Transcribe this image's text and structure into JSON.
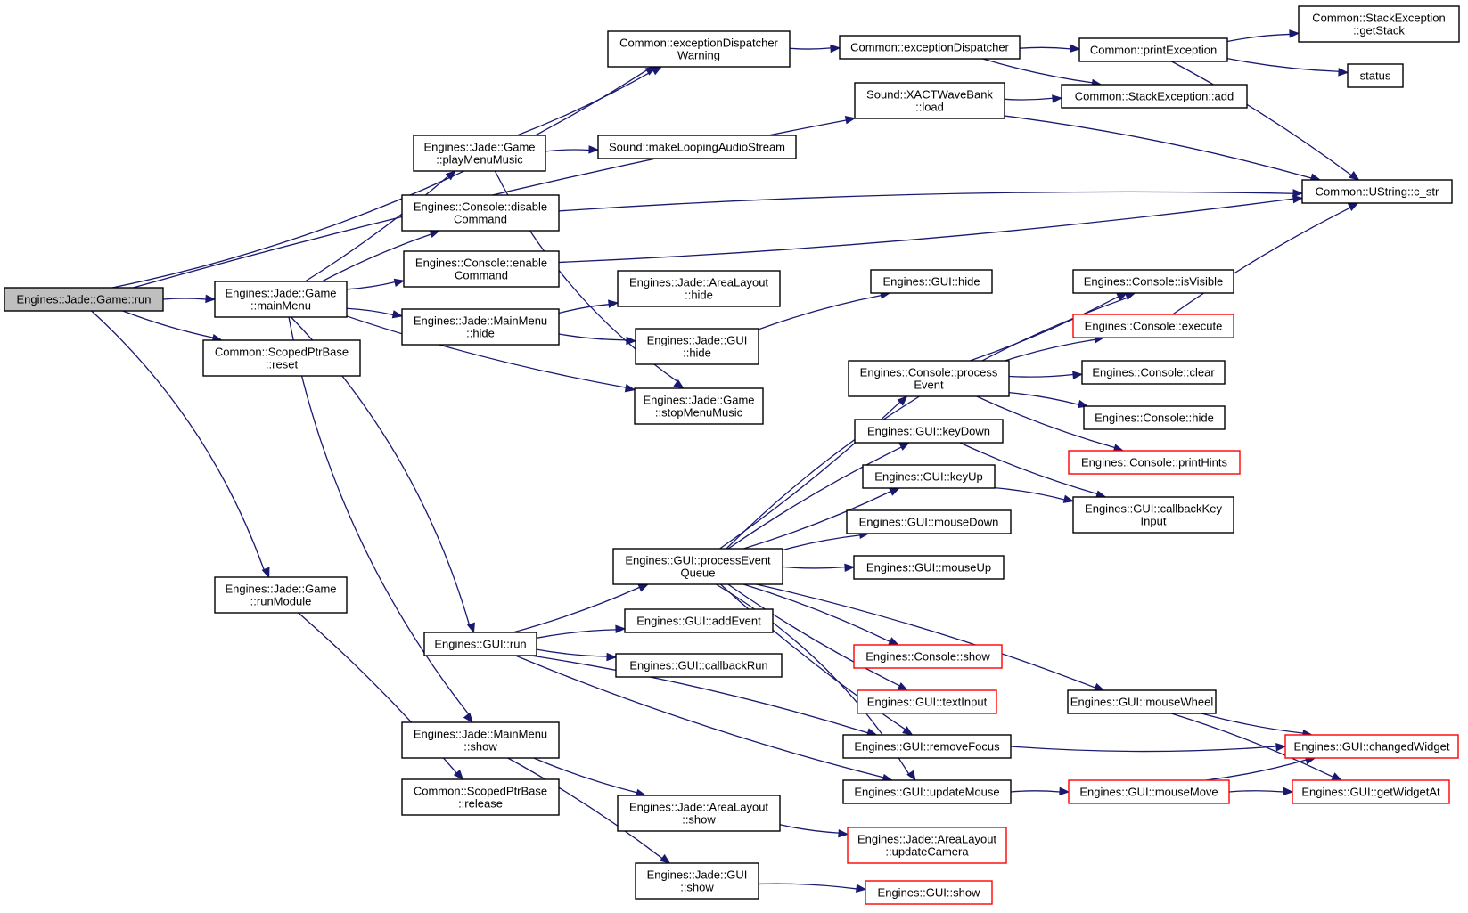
{
  "colors": {
    "edge": "#191970",
    "node_border": "#000000",
    "truncated_border": "#ff0000",
    "root_fill": "#bfbfbf",
    "node_fill": "#ffffff"
  },
  "nodes": [
    {
      "id": "n_root",
      "lines": [
        "Engines::Jade::Game::run"
      ],
      "style": "root"
    },
    {
      "id": "n_mainMenu",
      "lines": [
        "Engines::Jade::Game",
        "::mainMenu"
      ]
    },
    {
      "id": "n_spbReset",
      "lines": [
        "Common::ScopedPtrBase",
        "::reset"
      ]
    },
    {
      "id": "n_runModule",
      "lines": [
        "Engines::Jade::Game",
        "::runModule"
      ]
    },
    {
      "id": "n_excDispWarn",
      "lines": [
        "Common::exceptionDispatcher",
        "Warning"
      ]
    },
    {
      "id": "n_xactLoad",
      "lines": [
        "Sound::XACTWaveBank",
        "::load"
      ]
    },
    {
      "id": "n_playMenuMusic",
      "lines": [
        "Engines::Jade::Game",
        "::playMenuMusic"
      ]
    },
    {
      "id": "n_consDisable",
      "lines": [
        "Engines::Console::disable",
        "Command"
      ]
    },
    {
      "id": "n_consEnable",
      "lines": [
        "Engines::Console::enable",
        "Command"
      ]
    },
    {
      "id": "n_mmHide",
      "lines": [
        "Engines::Jade::MainMenu",
        "::hide"
      ]
    },
    {
      "id": "n_guiRun",
      "lines": [
        "Engines::GUI::run"
      ]
    },
    {
      "id": "n_mmShow",
      "lines": [
        "Engines::Jade::MainMenu",
        "::show"
      ]
    },
    {
      "id": "n_spbRelease",
      "lines": [
        "Common::ScopedPtrBase",
        "::release"
      ]
    },
    {
      "id": "n_excDisp",
      "lines": [
        "Common::exceptionDispatcher"
      ]
    },
    {
      "id": "n_printExc",
      "lines": [
        "Common::printException"
      ]
    },
    {
      "id": "n_getStack",
      "lines": [
        "Common::StackException",
        "::getStack"
      ]
    },
    {
      "id": "n_status",
      "lines": [
        "status"
      ]
    },
    {
      "id": "n_seAdd",
      "lines": [
        "Common::StackException::add"
      ]
    },
    {
      "id": "n_cstr",
      "lines": [
        "Common::UString::c_str"
      ]
    },
    {
      "id": "n_makeLooping",
      "lines": [
        "Sound::makeLoopingAudioStream"
      ]
    },
    {
      "id": "n_alHide",
      "lines": [
        "Engines::Jade::AreaLayout",
        "::hide"
      ]
    },
    {
      "id": "n_jguiHide",
      "lines": [
        "Engines::Jade::GUI",
        "::hide"
      ]
    },
    {
      "id": "n_stopMenuMusic",
      "lines": [
        "Engines::Jade::Game",
        "::stopMenuMusic"
      ]
    },
    {
      "id": "n_guiHide",
      "lines": [
        "Engines::GUI::hide"
      ]
    },
    {
      "id": "n_consIsVisible",
      "lines": [
        "Engines::Console::isVisible"
      ]
    },
    {
      "id": "n_consExecute",
      "lines": [
        "Engines::Console::execute"
      ],
      "style": "truncated"
    },
    {
      "id": "n_consProcess",
      "lines": [
        "Engines::Console::process",
        "Event"
      ]
    },
    {
      "id": "n_consClear",
      "lines": [
        "Engines::Console::clear"
      ]
    },
    {
      "id": "n_consHide",
      "lines": [
        "Engines::Console::hide"
      ]
    },
    {
      "id": "n_consPrintHints",
      "lines": [
        "Engines::Console::printHints"
      ],
      "style": "truncated"
    },
    {
      "id": "n_keyDown",
      "lines": [
        "Engines::GUI::keyDown"
      ]
    },
    {
      "id": "n_keyUp",
      "lines": [
        "Engines::GUI::keyUp"
      ]
    },
    {
      "id": "n_cbKeyInput",
      "lines": [
        "Engines::GUI::callbackKey",
        "Input"
      ]
    },
    {
      "id": "n_mouseDown",
      "lines": [
        "Engines::GUI::mouseDown"
      ]
    },
    {
      "id": "n_mouseUp",
      "lines": [
        "Engines::GUI::mouseUp"
      ]
    },
    {
      "id": "n_procEventQueue",
      "lines": [
        "Engines::GUI::processEvent",
        "Queue"
      ]
    },
    {
      "id": "n_addEvent",
      "lines": [
        "Engines::GUI::addEvent"
      ]
    },
    {
      "id": "n_cbRun",
      "lines": [
        "Engines::GUI::callbackRun"
      ]
    },
    {
      "id": "n_consShow",
      "lines": [
        "Engines::Console::show"
      ],
      "style": "truncated"
    },
    {
      "id": "n_textInput",
      "lines": [
        "Engines::GUI::textInput"
      ],
      "style": "truncated"
    },
    {
      "id": "n_mouseWheel",
      "lines": [
        "Engines::GUI::mouseWheel"
      ]
    },
    {
      "id": "n_removeFocus",
      "lines": [
        "Engines::GUI::removeFocus"
      ]
    },
    {
      "id": "n_changedWidget",
      "lines": [
        "Engines::GUI::changedWidget"
      ],
      "style": "truncated"
    },
    {
      "id": "n_updateMouse",
      "lines": [
        "Engines::GUI::updateMouse"
      ]
    },
    {
      "id": "n_mouseMove",
      "lines": [
        "Engines::GUI::mouseMove"
      ],
      "style": "truncated"
    },
    {
      "id": "n_getWidgetAt",
      "lines": [
        "Engines::GUI::getWidgetAt"
      ],
      "style": "truncated"
    },
    {
      "id": "n_alShow",
      "lines": [
        "Engines::Jade::AreaLayout",
        "::show"
      ]
    },
    {
      "id": "n_updateCamera",
      "lines": [
        "Engines::Jade::AreaLayout",
        "::updateCamera"
      ],
      "style": "truncated"
    },
    {
      "id": "n_jguiShow",
      "lines": [
        "Engines::Jade::GUI",
        "::show"
      ]
    },
    {
      "id": "n_guiShow",
      "lines": [
        "Engines::GUI::show"
      ],
      "style": "truncated"
    }
  ],
  "edges": [
    [
      "n_root",
      "n_mainMenu"
    ],
    [
      "n_root",
      "n_spbReset"
    ],
    [
      "n_root",
      "n_runModule"
    ],
    [
      "n_root",
      "n_excDispWarn"
    ],
    [
      "n_root",
      "n_xactLoad"
    ],
    [
      "n_mainMenu",
      "n_playMenuMusic"
    ],
    [
      "n_mainMenu",
      "n_consDisable"
    ],
    [
      "n_mainMenu",
      "n_consEnable"
    ],
    [
      "n_mainMenu",
      "n_mmHide"
    ],
    [
      "n_mainMenu",
      "n_stopMenuMusic"
    ],
    [
      "n_mainMenu",
      "n_guiRun"
    ],
    [
      "n_mainMenu",
      "n_mmShow"
    ],
    [
      "n_runModule",
      "n_spbRelease"
    ],
    [
      "n_excDispWarn",
      "n_excDisp"
    ],
    [
      "n_excDisp",
      "n_printExc"
    ],
    [
      "n_excDisp",
      "n_seAdd"
    ],
    [
      "n_printExc",
      "n_getStack"
    ],
    [
      "n_printExc",
      "n_status"
    ],
    [
      "n_printExc",
      "n_cstr"
    ],
    [
      "n_xactLoad",
      "n_seAdd"
    ],
    [
      "n_xactLoad",
      "n_cstr"
    ],
    [
      "n_playMenuMusic",
      "n_excDispWarn"
    ],
    [
      "n_playMenuMusic",
      "n_makeLooping"
    ],
    [
      "n_playMenuMusic",
      "n_stopMenuMusic"
    ],
    [
      "n_consDisable",
      "n_cstr"
    ],
    [
      "n_consEnable",
      "n_cstr"
    ],
    [
      "n_mmHide",
      "n_alHide"
    ],
    [
      "n_mmHide",
      "n_jguiHide"
    ],
    [
      "n_jguiHide",
      "n_guiHide"
    ],
    [
      "n_guiRun",
      "n_procEventQueue"
    ],
    [
      "n_guiRun",
      "n_addEvent"
    ],
    [
      "n_guiRun",
      "n_cbRun"
    ],
    [
      "n_guiRun",
      "n_removeFocus"
    ],
    [
      "n_guiRun",
      "n_updateMouse"
    ],
    [
      "n_procEventQueue",
      "n_consIsVisible"
    ],
    [
      "n_procEventQueue",
      "n_consProcess"
    ],
    [
      "n_procEventQueue",
      "n_keyDown"
    ],
    [
      "n_procEventQueue",
      "n_keyUp"
    ],
    [
      "n_procEventQueue",
      "n_mouseDown"
    ],
    [
      "n_procEventQueue",
      "n_mouseUp"
    ],
    [
      "n_procEventQueue",
      "n_consShow"
    ],
    [
      "n_procEventQueue",
      "n_textInput"
    ],
    [
      "n_procEventQueue",
      "n_mouseWheel"
    ],
    [
      "n_procEventQueue",
      "n_removeFocus"
    ],
    [
      "n_procEventQueue",
      "n_updateMouse"
    ],
    [
      "n_consProcess",
      "n_consIsVisible"
    ],
    [
      "n_consProcess",
      "n_consExecute"
    ],
    [
      "n_consProcess",
      "n_consClear"
    ],
    [
      "n_consProcess",
      "n_consHide"
    ],
    [
      "n_consProcess",
      "n_consPrintHints"
    ],
    [
      "n_consExecute",
      "n_cstr"
    ],
    [
      "n_keyDown",
      "n_cbKeyInput"
    ],
    [
      "n_keyUp",
      "n_cbKeyInput"
    ],
    [
      "n_mouseWheel",
      "n_changedWidget"
    ],
    [
      "n_mouseWheel",
      "n_getWidgetAt"
    ],
    [
      "n_removeFocus",
      "n_changedWidget"
    ],
    [
      "n_updateMouse",
      "n_mouseMove"
    ],
    [
      "n_mouseMove",
      "n_changedWidget"
    ],
    [
      "n_mouseMove",
      "n_getWidgetAt"
    ],
    [
      "n_mmShow",
      "n_alShow"
    ],
    [
      "n_mmShow",
      "n_jguiShow"
    ],
    [
      "n_alShow",
      "n_updateCamera"
    ],
    [
      "n_jguiShow",
      "n_guiShow"
    ]
  ]
}
